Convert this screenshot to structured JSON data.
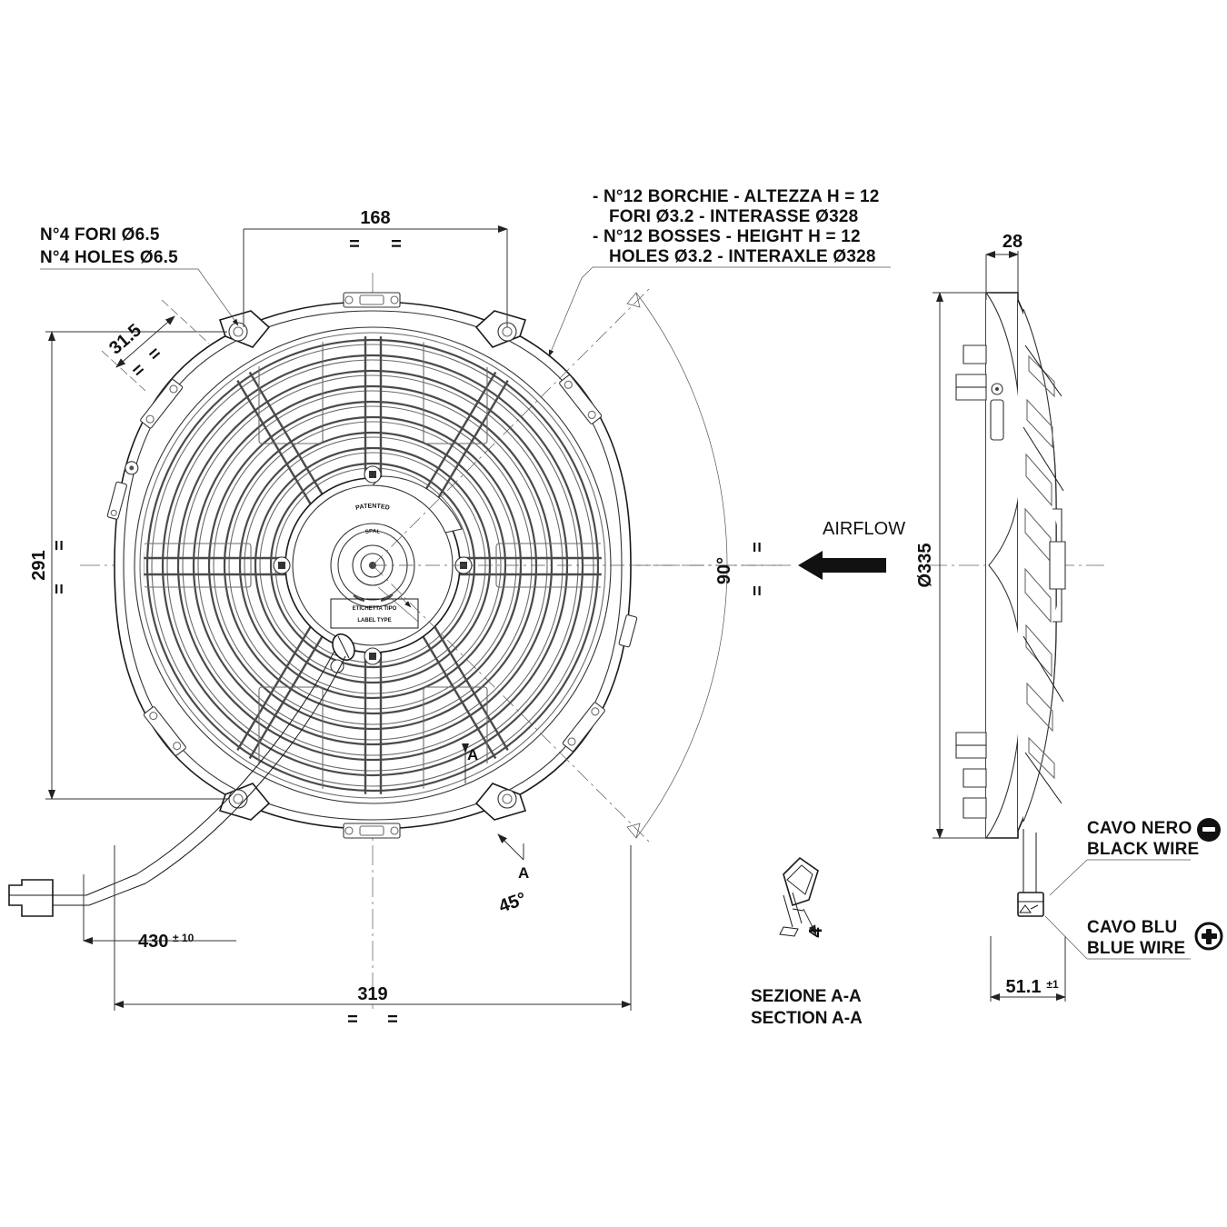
{
  "drawing": {
    "title": "SPAL axial cooling fan assembly drawing",
    "notes": {
      "holes_note": {
        "line1": "N°4 FORI Ø6.5",
        "line2": "N°4 HOLES Ø6.5"
      },
      "bosses_note": {
        "line1": "- N°12 BORCHIE - ALTEZZA H = 12",
        "line2": "FORI Ø3.2 - INTERASSE Ø328",
        "line3": "- N°12 BOSSES - HEIGHT H = 12",
        "line4": "HOLES Ø3.2 - INTERAXLE Ø328"
      }
    },
    "dimensions": {
      "width_168": "168",
      "overall_319": "319",
      "height_291": "291",
      "offset_31_5": "31.5",
      "cable_430": "430",
      "cable_tol": "± 10",
      "depth_28": "28",
      "diameter_335": "Ø335",
      "overall_depth": "51.1",
      "overall_depth_tol": "±1",
      "angle_90": "90°",
      "angle_45": "45°",
      "section_thickness": "4"
    },
    "labels": {
      "airflow": "AIRFLOW",
      "patented": "PATENTED",
      "brand": "SPAL",
      "label_type_line1": "ETICHETTA TIPO",
      "label_type_line2": "LABEL TYPE",
      "section_marker": "A",
      "section_title_line1": "SEZIONE A-A",
      "section_title_line2": "SECTION A-A"
    },
    "wires": {
      "black": {
        "line1": "CAVO NERO",
        "line2": "BLACK WIRE",
        "polarity": "–"
      },
      "blue": {
        "line1": "CAVO BLU",
        "line2": "BLUE WIRE",
        "polarity": "+"
      }
    },
    "colors": {
      "line": "#1a1a1a",
      "grille": "#4a4a4a",
      "center_line": "#888888",
      "background": "#ffffff"
    }
  }
}
